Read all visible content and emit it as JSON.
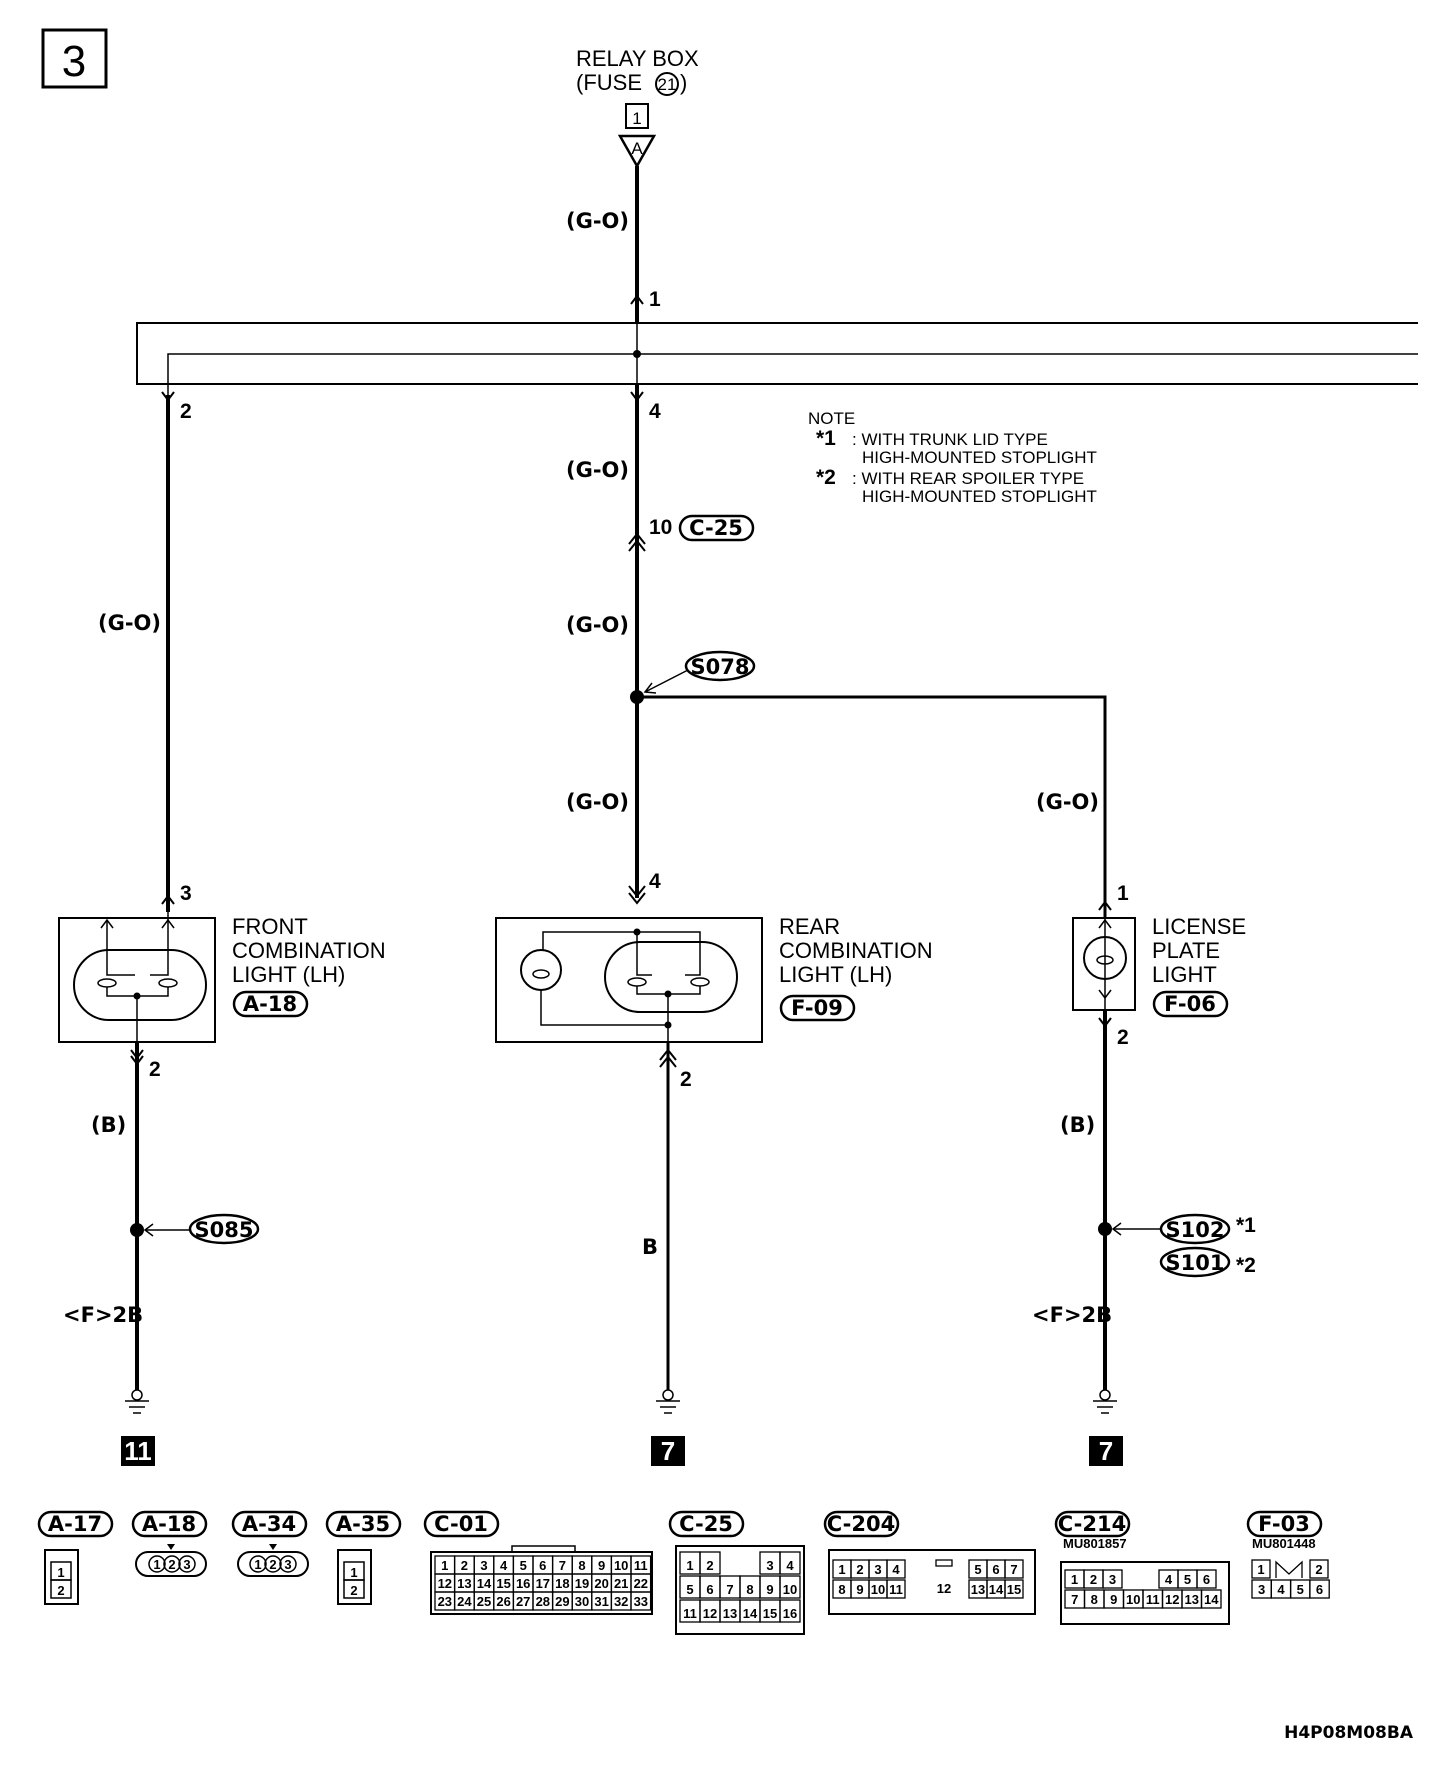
{
  "page_number": "3",
  "relay_box": {
    "line1": "RELAY BOX",
    "line2_prefix": "(FUSE",
    "fuse_num": "21",
    "line2_suffix": ")",
    "terminal": "1",
    "connector": "A"
  },
  "wire_colors": {
    "go": "(G-O)",
    "b_paren": "(B)",
    "b_plain": "B"
  },
  "pins": {
    "p1": "1",
    "p2": "2",
    "p3": "3",
    "p4": "4",
    "p10": "10"
  },
  "connector_c25": "C-25",
  "splices": {
    "s078": "S078",
    "s085": "S085",
    "s102": "S102",
    "s101": "S101",
    "star1": "*1",
    "star2": "*2"
  },
  "note": {
    "title": "NOTE",
    "n1_mark": "*1",
    "n1_line1": ": WITH TRUNK LID TYPE",
    "n1_line2": "HIGH-MOUNTED STOPLIGHT",
    "n2_mark": "*2",
    "n2_line1": ": WITH REAR SPOILER TYPE",
    "n2_line2": "HIGH-MOUNTED STOPLIGHT"
  },
  "components": {
    "front": {
      "line1": "FRONT",
      "line2": "COMBINATION",
      "line3": "LIGHT (LH)",
      "connector": "A-18"
    },
    "rear": {
      "line1": "REAR",
      "line2": "COMBINATION",
      "line3": "LIGHT (LH)",
      "connector": "F-09"
    },
    "license": {
      "line1": "LICENSE",
      "line2": "PLATE",
      "line3": "LIGHT",
      "connector": "F-06"
    }
  },
  "grounds": {
    "front_ref": "<F>2B",
    "license_ref": "<F>2B",
    "front_page": "11",
    "rear_page": "7",
    "license_page": "7"
  },
  "connector_views": {
    "a17": {
      "label": "A-17",
      "pins": [
        "1",
        "2"
      ]
    },
    "a18": {
      "label": "A-18",
      "pins": [
        "1",
        "2",
        "3"
      ]
    },
    "a34": {
      "label": "A-34",
      "pins": [
        "1",
        "2",
        "3"
      ]
    },
    "a35": {
      "label": "A-35",
      "pins": [
        "1",
        "2"
      ]
    },
    "c01": {
      "label": "C-01",
      "rows": [
        [
          "1",
          "2",
          "3",
          "4",
          "5",
          "6",
          "7",
          "8",
          "9",
          "10",
          "11"
        ],
        [
          "12",
          "13",
          "14",
          "15",
          "16",
          "17",
          "18",
          "19",
          "20",
          "21",
          "22"
        ],
        [
          "23",
          "24",
          "25",
          "26",
          "27",
          "28",
          "29",
          "30",
          "31",
          "32",
          "33"
        ]
      ]
    },
    "c25": {
      "label": "C-25",
      "rows": [
        [
          "1",
          "2",
          "",
          "",
          "3",
          "4"
        ],
        [
          "5",
          "6",
          "7",
          "8",
          "9",
          "10"
        ],
        [
          "11",
          "12",
          "13",
          "14",
          "15",
          "16"
        ]
      ]
    },
    "c204": {
      "label": "C-204",
      "row1": [
        "1",
        "2",
        "3",
        "4",
        "5",
        "6",
        "7"
      ],
      "row2": [
        "8",
        "9",
        "10",
        "11",
        "13",
        "14",
        "15"
      ],
      "center": "12"
    },
    "c214": {
      "label": "C-214",
      "part": "MU801857",
      "row1": [
        "1",
        "2",
        "3",
        "4",
        "5",
        "6"
      ],
      "row2": [
        "7",
        "8",
        "9",
        "10",
        "11",
        "12",
        "13",
        "14"
      ]
    },
    "f03": {
      "label": "F-03",
      "part": "MU801448",
      "row1": [
        "1",
        "2"
      ],
      "row2": [
        "3",
        "4",
        "5",
        "6"
      ]
    }
  },
  "diagram_code": "H4P08M08BA"
}
